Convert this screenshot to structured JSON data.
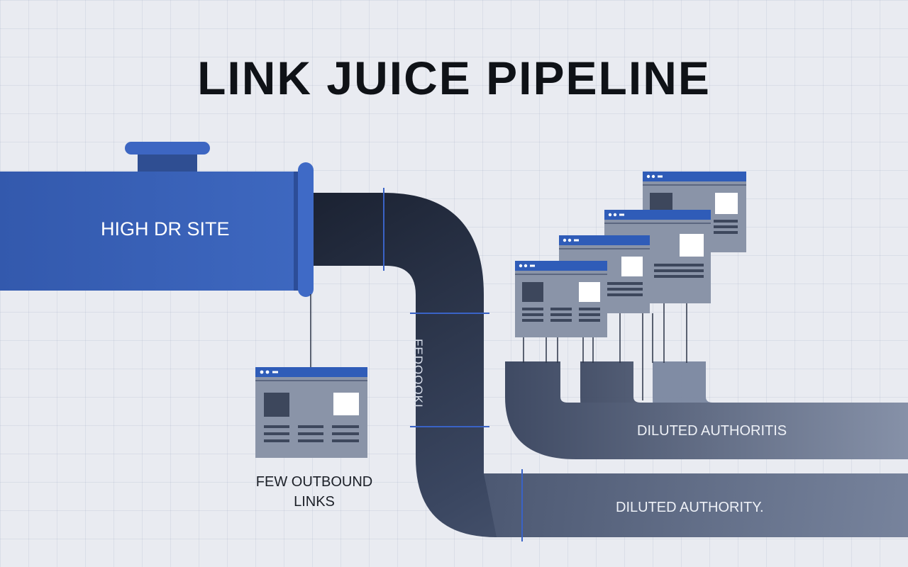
{
  "title": "LINK JUICE PIPELINE",
  "labels": {
    "source": "HIGH DR SITE",
    "few_links": "FEW OUTBOUND LINKS",
    "pipe_vertical": "FEDOOOKI",
    "diluted_authorities": "DILUTED AUTHORITIS",
    "diluted_authority": "DILUTED AUTHORITY."
  },
  "colors": {
    "background": "#e9ebf1",
    "source_pipe": "#3a63b8",
    "dark_pipe": "#1d2535",
    "page_card": "#8a94a8",
    "page_header": "#2f5cb8"
  }
}
